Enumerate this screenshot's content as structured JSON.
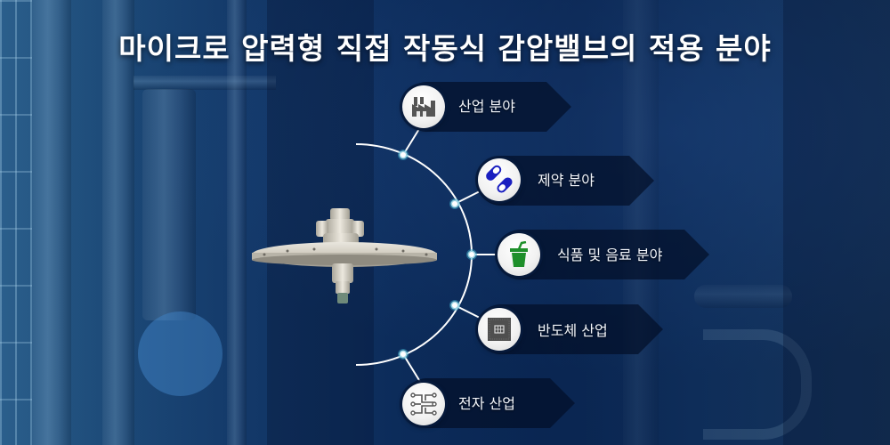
{
  "title": "마이크로 압력형 직접 작동식 감압밸브의 적용 분야",
  "colors": {
    "background_blue": "#0f3568",
    "banner_dark": "#031028",
    "arc_line": "#ffffff",
    "pill_icon": "#1a1fc0",
    "cup_icon": "#1e8f2a",
    "gray_icon": "#555555"
  },
  "diagram": {
    "center_image": "pressure-reducing-valve",
    "items": [
      {
        "label": "산업 분야",
        "icon": "factory-icon"
      },
      {
        "label": "제약 분야",
        "icon": "pill-capsule-icon"
      },
      {
        "label": "식품 및 음료 분야",
        "icon": "drink-cup-icon"
      },
      {
        "label": "반도체 산업",
        "icon": "chip-icon"
      },
      {
        "label": "전자 산업",
        "icon": "circuit-icon"
      }
    ]
  }
}
